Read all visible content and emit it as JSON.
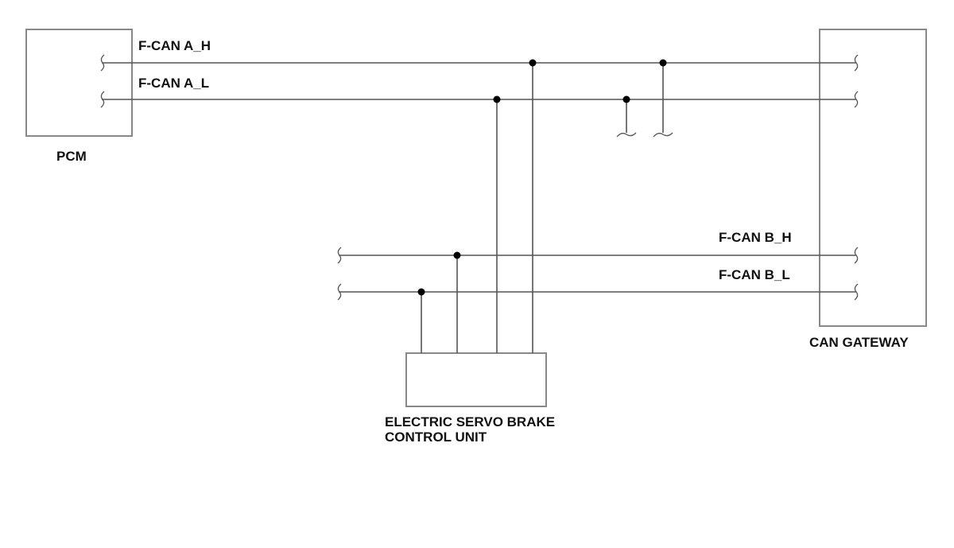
{
  "nodes": {
    "pcm": "PCM",
    "can_gateway": "CAN GATEWAY",
    "esbcu_line1": "ELECTRIC SERVO BRAKE",
    "esbcu_line2": "CONTROL UNIT"
  },
  "wires": {
    "a_high": "F-CAN A_H",
    "a_low": "F-CAN A_L",
    "b_high": "F-CAN B_H",
    "b_low": "F-CAN B_L"
  }
}
